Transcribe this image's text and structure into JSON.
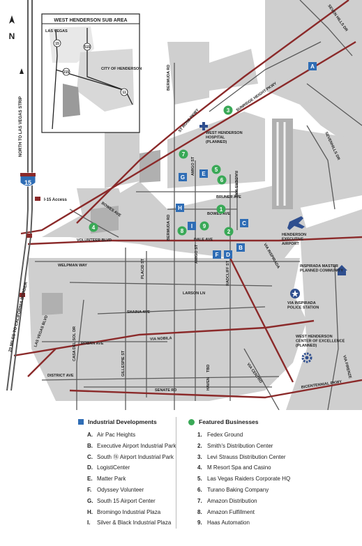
{
  "inset": {
    "title": "WEST HENDERSON SUB AREA",
    "labels": [
      "LAS VEGAS",
      "CITY OF HENDERSON"
    ],
    "shields": [
      "15",
      "515",
      "215",
      "11"
    ]
  },
  "compass": "N",
  "map_labels": {
    "north_strip": "NORTH TO LAS VEGAS STRIP",
    "south_border": "20 MILES TO CALIFORNIA BORDER",
    "i15_shield": "15",
    "i15_access": "I-15 Access",
    "hospital": "WEST HENDERSON\nHOSPITAL\n(PLANNED)",
    "airport": "HENDERSON\nEXECUTIVE\nAIRPORT",
    "inspirada": "INSPIRADA MASTER\nPLANNED COMMUNITY",
    "police": "VIA INSPIRADA\nPOLICE STATION",
    "center": "WEST HENDERSON\nCENTER OF EXCELLENCE\n(PLANNED)"
  },
  "streets": {
    "st_rose": "ST ROSE PKWY",
    "sunridge": "SUNRIDGE HEIGHT PKWY",
    "seven_hills": "SEVEN HILLS DR",
    "sevenhills2": "SEVENHILLS DR",
    "bermuda_top": "BERMUDA RD",
    "bermuda_mid": "BERMUDA RD",
    "amigo_top": "AMIGO ST",
    "amigo_mid": "AMIGO ST",
    "raiders": "RAIDERS WAY",
    "bruner": "BRUNER AVE",
    "bowes": "BOWES AVE",
    "bowes_w": "BOWES AVE",
    "dale": "DALE AVE",
    "volunteer": "VOLUNTEER BLVD",
    "welpman": "WELPMAN WAY",
    "placid": "PLACID ST",
    "radcliff": "RADCLIFF ST",
    "via_inspirada": "VIA INSPIRADA",
    "larson": "LARSON LN",
    "shaina": "SHAINA AVE",
    "las_vegas_blvd": "LAS VEGAS BLVD",
    "casa_del_sol": "CASA DEL SOL DR",
    "roban": "ROBAN AVE",
    "gillespie": "GILLESPIE ST",
    "via_nobila": "VIA NOBILA",
    "district": "DISTRICT AVE",
    "senate": "SENATE RD",
    "haven": "HAVEN",
    "via_centro": "VIA CENTRO",
    "bicentennial": "BICENTENNIAL PKWY",
    "via_firenze": "VIA FIRENZE",
    "tbd": "TBD"
  },
  "map_markers_sq": [
    "A",
    "B",
    "C",
    "D",
    "E",
    "F",
    "G",
    "H",
    "I"
  ],
  "map_markers_ci": [
    "1",
    "2",
    "3",
    "4",
    "5",
    "6",
    "7",
    "8",
    "9"
  ],
  "legend": {
    "industrial_title": "Industrial Developments",
    "industrial": [
      {
        "key": "A.",
        "name": "Air Pac Heights"
      },
      {
        "key": "B.",
        "name": "Executive Airport Industrial Park"
      },
      {
        "key": "C.",
        "name": "South ⑮ Airport Industrial Park"
      },
      {
        "key": "D.",
        "name": "LogistiCenter"
      },
      {
        "key": "E.",
        "name": "Matter Park"
      },
      {
        "key": "F.",
        "name": "Odyssey Volunteer"
      },
      {
        "key": "G.",
        "name": "South 15 Airport Center"
      },
      {
        "key": "H.",
        "name": "Bromingo Industrial Plaza"
      },
      {
        "key": "I.",
        "name": "Silver & Black Industrial Plaza"
      }
    ],
    "business_title": "Featured Businesses",
    "business": [
      {
        "key": "1.",
        "name": "Fedex Ground"
      },
      {
        "key": "2.",
        "name": "Smith's Distribution Center"
      },
      {
        "key": "3.",
        "name": "Levi Strauss Distribution Center"
      },
      {
        "key": "4.",
        "name": "M Resort Spa and Casino"
      },
      {
        "key": "5.",
        "name": "Las Vegas Raiders Corporate HQ"
      },
      {
        "key": "6.",
        "name": "Turano Baking Company"
      },
      {
        "key": "7.",
        "name": "Amazon Distribution"
      },
      {
        "key": "8.",
        "name": "Amazon Fulfillment"
      },
      {
        "key": "9.",
        "name": "Haas Automation"
      }
    ]
  },
  "colors": {
    "industrial": "#2f6db5",
    "business": "#3aa957",
    "highway": "#8b2a2a",
    "parcel": "#c8c8c8",
    "road": "#5a5a5a"
  }
}
